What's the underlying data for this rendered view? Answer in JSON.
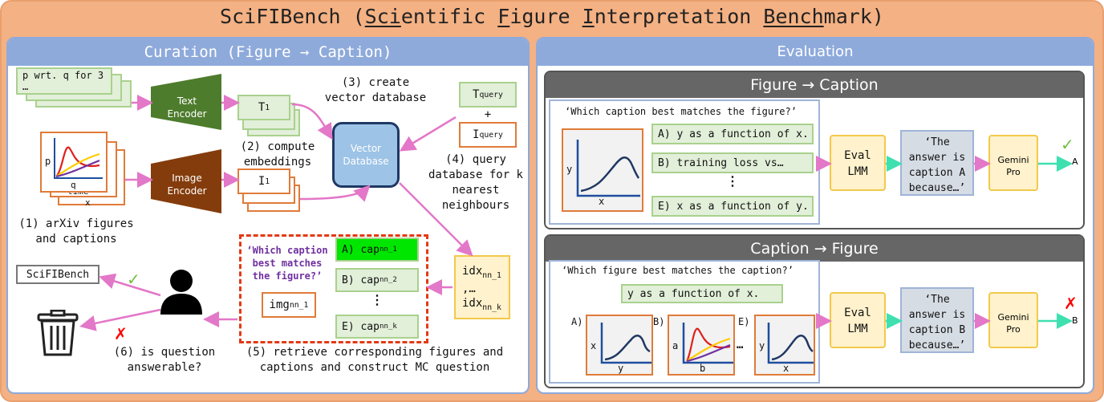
{
  "title": {
    "parts": [
      {
        "text": "SciFIBench (",
        "u": false
      },
      {
        "text": "Sci",
        "u": true
      },
      {
        "text": "entific ",
        "u": false
      },
      {
        "text": "F",
        "u": true
      },
      {
        "text": "igure ",
        "u": false
      },
      {
        "text": "I",
        "u": true
      },
      {
        "text": "nterpretation ",
        "u": false
      },
      {
        "text": "Bench",
        "u": true
      },
      {
        "text": "mark)",
        "u": false
      }
    ]
  },
  "curation": {
    "header": "Curation (Figure → Caption)",
    "text_snippet": "p wrt. q for 3 …",
    "text_encoder": "Text Encoder",
    "image_encoder": "Image Encoder",
    "t1": "T",
    "t1_sub": "1",
    "i1": "I",
    "i1_sub": "1",
    "step2": "(2) compute embeddings",
    "step3": "(3) create vector database",
    "vector_db": "Vector Database",
    "tquery": "T",
    "tquery_sub": "query",
    "plus": "+",
    "iquery": "I",
    "iquery_sub": "query",
    "step4": "(4) query database for k nearest neighbours",
    "step1": "(1) arXiv figures and captions",
    "fig_axis_y": "p",
    "fig_axis_x": "q",
    "fig_label_time": "time",
    "fig_label_x": "x",
    "idx_top": "idx",
    "idx_top_sub": "nn_1",
    "idx_mid": ",…",
    "idx_bot": "idx",
    "idx_bot_sub": "nn_k",
    "question": "‘Which caption best matches the figure?’",
    "img": "img",
    "img_sub": "nn_1",
    "options": [
      {
        "text": "A) cap",
        "sub": "nn_1"
      },
      {
        "text": "B) cap",
        "sub": "nn_2"
      },
      {
        "text": "E) cap",
        "sub": "nn_k"
      }
    ],
    "option_dots": "⋮",
    "step5": "(5) retrieve corresponding figures and captions and construct MC question",
    "scifibench_label": "SciFIBench",
    "step6": "(6) is question answerable?",
    "check": "✓",
    "cross": "✗"
  },
  "evaluation": {
    "header": "Evaluation",
    "f2c": {
      "header": "Figure → Caption",
      "question": "‘Which caption best matches the figure?’",
      "plot_y": "y",
      "plot_x": "x",
      "options": [
        "A) y as a function of x.",
        "B) training loss vs…",
        "E) x as a function of y."
      ],
      "dots": "⋮",
      "eval": "Eval LMM",
      "answer": "‘The answer is caption A because…’",
      "judge": "Gemini Pro",
      "result": "A",
      "mark": "✓"
    },
    "c2f": {
      "header": "Caption → Figure",
      "question": "‘Which figure best matches the caption?’",
      "caption": "y as a function of x.",
      "labels": [
        "A)",
        "B)",
        "E)"
      ],
      "ellipsis": "…",
      "fig_a_y": "x",
      "fig_a_x": "y",
      "fig_b_y": "a",
      "fig_b_x": "b",
      "fig_e_y": "y",
      "fig_e_x": "x",
      "eval": "Eval LMM",
      "answer": "‘The answer is caption B because…’",
      "judge": "Gemini Pro",
      "result": "B",
      "mark": "✗"
    }
  },
  "colors": {
    "green_arrow": "#3fe0b0",
    "pink_arrow": "#e377c8",
    "purple_text": "#7030a0",
    "highlight": "#00e600",
    "check": "#70c040",
    "cross": "#ff0000"
  }
}
